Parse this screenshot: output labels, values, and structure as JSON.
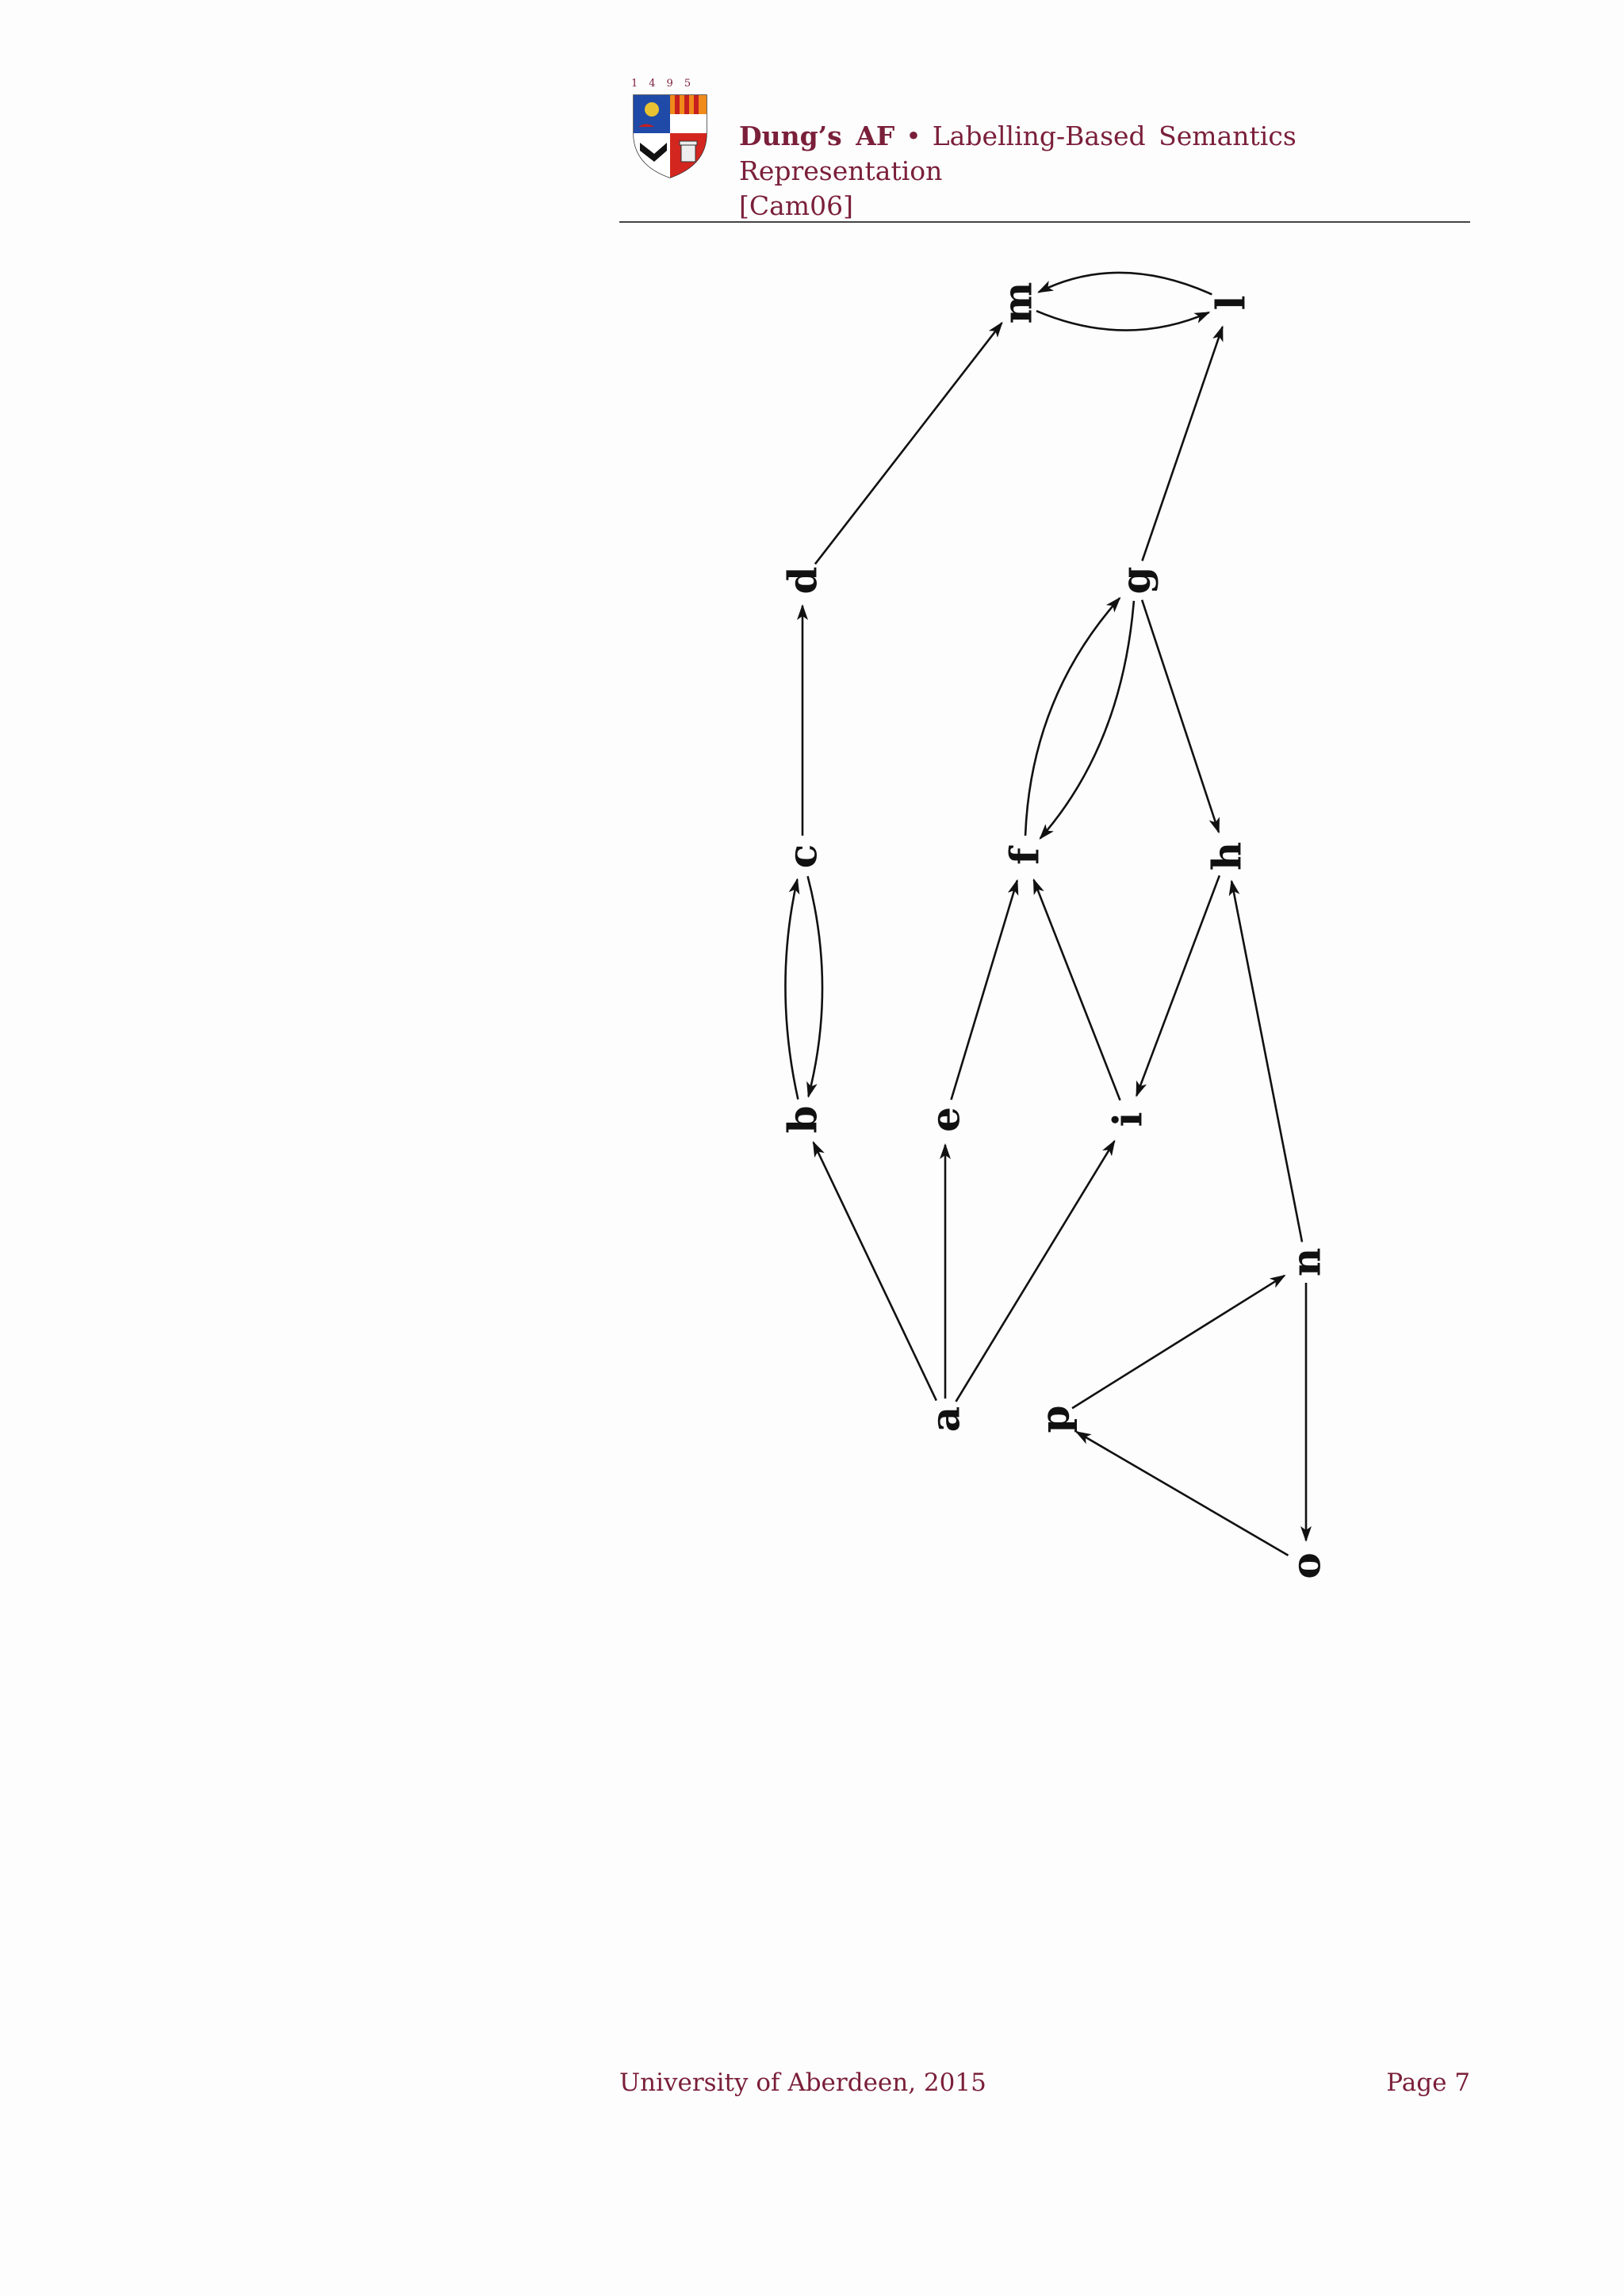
{
  "header": {
    "crest_year": "1495",
    "title_bold": "Dung’s AF",
    "separator": "•",
    "title_rest": "Labelling-Based Semantics Representation",
    "citation": "[Cam06]"
  },
  "footer": {
    "institution": "University of Aberdeen, 2015",
    "page": "Page 7"
  },
  "diagram": {
    "nodes": [
      "a",
      "b",
      "c",
      "d",
      "e",
      "f",
      "g",
      "h",
      "i",
      "l",
      "m",
      "n",
      "o",
      "p"
    ],
    "edges": [
      {
        "from": "a",
        "to": "b"
      },
      {
        "from": "a",
        "to": "e"
      },
      {
        "from": "a",
        "to": "i"
      },
      {
        "from": "b",
        "to": "c"
      },
      {
        "from": "c",
        "to": "b"
      },
      {
        "from": "c",
        "to": "d"
      },
      {
        "from": "d",
        "to": "m"
      },
      {
        "from": "e",
        "to": "f"
      },
      {
        "from": "i",
        "to": "f"
      },
      {
        "from": "f",
        "to": "g"
      },
      {
        "from": "g",
        "to": "f"
      },
      {
        "from": "g",
        "to": "h"
      },
      {
        "from": "g",
        "to": "l"
      },
      {
        "from": "h",
        "to": "i"
      },
      {
        "from": "m",
        "to": "l"
      },
      {
        "from": "l",
        "to": "m"
      },
      {
        "from": "n",
        "to": "h"
      },
      {
        "from": "n",
        "to": "o"
      },
      {
        "from": "o",
        "to": "p"
      },
      {
        "from": "p",
        "to": "n"
      }
    ]
  }
}
